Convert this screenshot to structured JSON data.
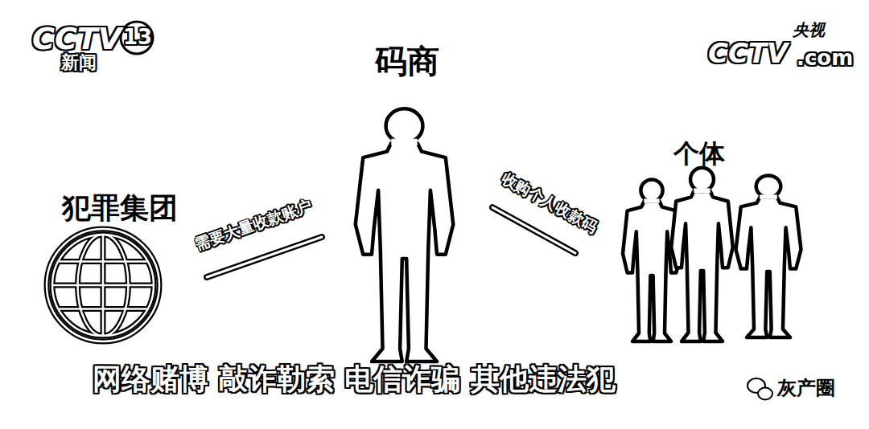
{
  "diagram": {
    "nodes": [
      {
        "text": [
          "犯罪集团"
        ]
      },
      {
        "text": [
          "码商"
        ]
      },
      {
        "text": [
          "个体"
        ]
      }
    ],
    "edges": [
      {
        "from": 0,
        "to": 1,
        "arrow": "none",
        "label": "需要大量收款账户"
      },
      {
        "from": 1,
        "to": 2,
        "arrow": "none",
        "label": "收购个人收款码"
      }
    ],
    "labels": [
      "CCTV",
      "13",
      "新闻",
      "CCTV",
      "央视",
      ".com",
      "网络赌博 敲诈勒索 电信诈骗 其他违法犯",
      "灰产圈"
    ]
  }
}
